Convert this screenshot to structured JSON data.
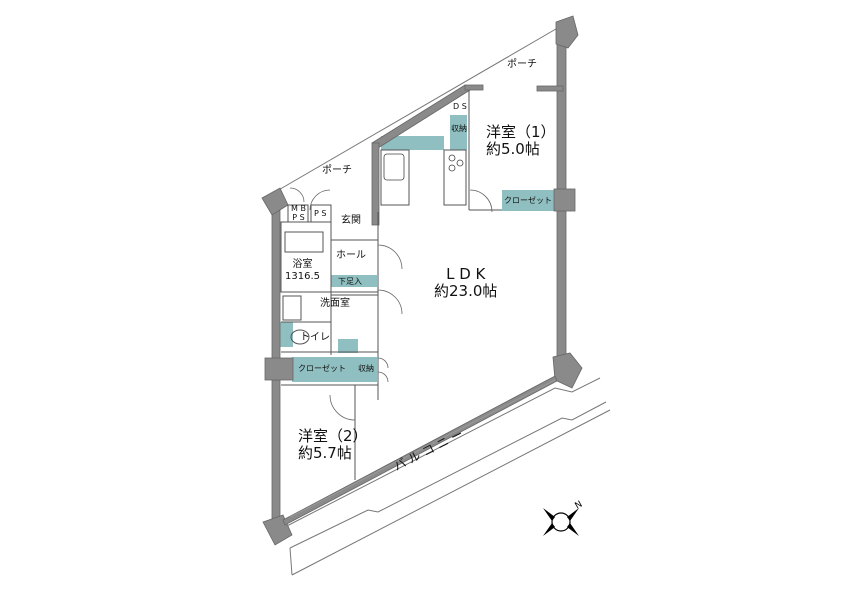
{
  "floor_plan": {
    "colors": {
      "wall": "#8a8a8a",
      "wall_dark": "#7a7a7a",
      "storage_fill": "#8fbfc0",
      "line": "#555555",
      "background": "#ffffff"
    },
    "rooms": {
      "ldk": {
        "name": "L D K",
        "area": "約23.0帖"
      },
      "western1": {
        "name": "洋室（1）",
        "area": "約5.0帖"
      },
      "western2": {
        "name": "洋室（2）",
        "area": "約5.7帖"
      },
      "bath": {
        "name": "浴室",
        "size": "1316.5"
      },
      "entrance": {
        "name": "玄関"
      },
      "hall": {
        "name": "ホール"
      },
      "washroom": {
        "name": "洗面室"
      },
      "toilet": {
        "name": "トイレ"
      }
    },
    "storage": {
      "closet1": "クローゼット",
      "closet2": "クローゼット",
      "shuno1": "収納",
      "shuno2": "収納",
      "shoe_box": "下足入"
    },
    "utility": {
      "ds": "D S",
      "mb_ps": "M B\nP S",
      "ps": "P S"
    },
    "outdoor": {
      "porch_top": "ポーチ",
      "porch_left": "ポーチ",
      "balcony": "バルコニー"
    },
    "compass": {
      "label": "N"
    }
  }
}
